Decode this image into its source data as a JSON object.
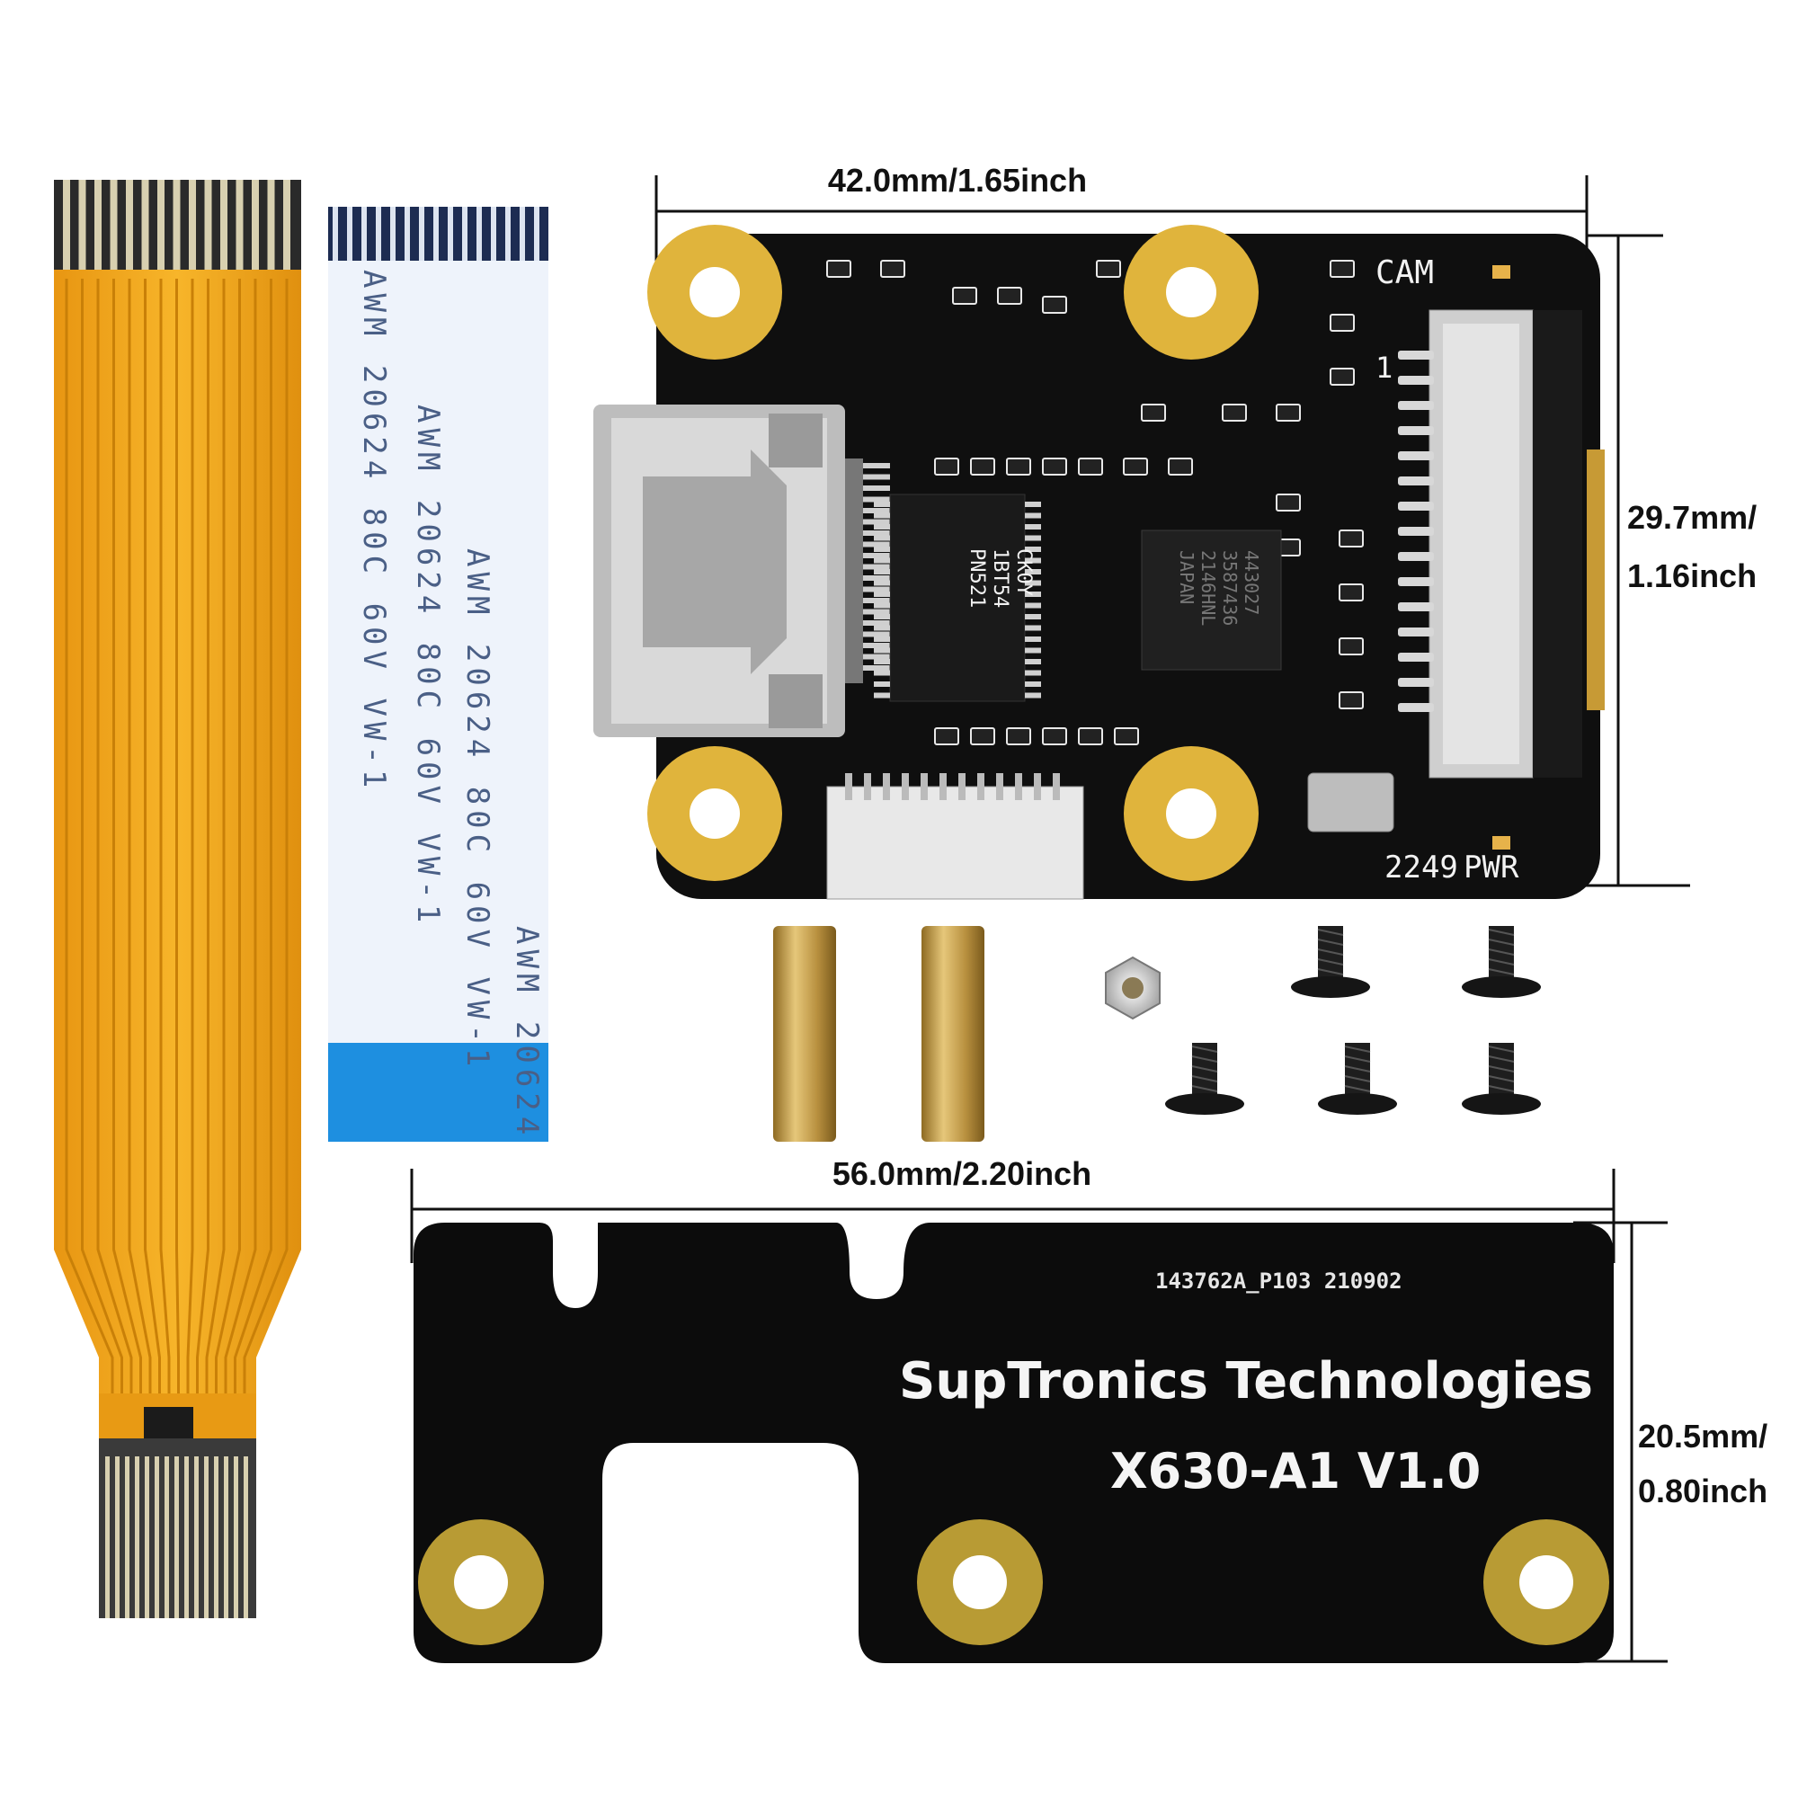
{
  "dimensions": {
    "top_width": "42.0mm/1.65inch",
    "top_height_line1": "29.7mm/",
    "top_height_line2": "1.16inch",
    "bottom_width": "56.0mm/2.20inch",
    "bottom_height_line1": "20.5mm/",
    "bottom_height_line2": "0.80inch"
  },
  "main_board": {
    "cam_label": "CAM",
    "pwr_label": "PWR",
    "date_code": "2249",
    "pin1_marker": "1",
    "chip_left": [
      "PN521",
      "1BT54",
      "CK0Y"
    ],
    "chip_right": [
      "443027",
      "3587436",
      "2146HNL",
      "JAPAN"
    ]
  },
  "adapter_board": {
    "part_number": "143762A_P103  210902",
    "maker": "SupTronics Technologies",
    "model": "X630-A1  V1.0"
  },
  "ribbon_cable_text": [
    "AWM 20624 80C 60V VW-1",
    "AWM 20624 80C 60V VW-1"
  ],
  "colors": {
    "pcb": "#111111",
    "pad_ring": "#e0b43c",
    "flex_cable": "#f2a81c",
    "ribbon_blue": "#1e8fe0",
    "brass": "#c9a24a"
  },
  "icons": {
    "hdmi_port": "hdmi-connector-icon",
    "fpc_connector": "fpc-connector-icon"
  }
}
